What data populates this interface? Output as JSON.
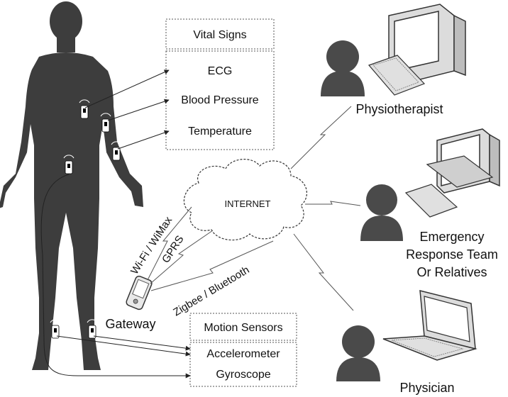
{
  "vital_signs": {
    "header": "Vital Signs",
    "items": [
      "ECG",
      "Blood Pressure",
      "Temperature"
    ]
  },
  "motion_sensors": {
    "header": "Motion Sensors",
    "items": [
      "Accelerometer",
      "Gyroscope"
    ]
  },
  "cloud_label": "INTERNET",
  "gateway_label": "Gateway",
  "links": {
    "wifi": "Wi-Fi / WiMax",
    "gprs": "GPRS",
    "zigbee": "Zigbee / Bluetooth"
  },
  "endpoints": {
    "physiotherapist": "Physiotherapist",
    "emergency": [
      "Emergency",
      "Response Team",
      "Or Relatives"
    ],
    "physician": "Physician"
  },
  "colors": {
    "silhouette": "#3d3d3d",
    "person": "#4a4a4a",
    "line": "#222222"
  }
}
